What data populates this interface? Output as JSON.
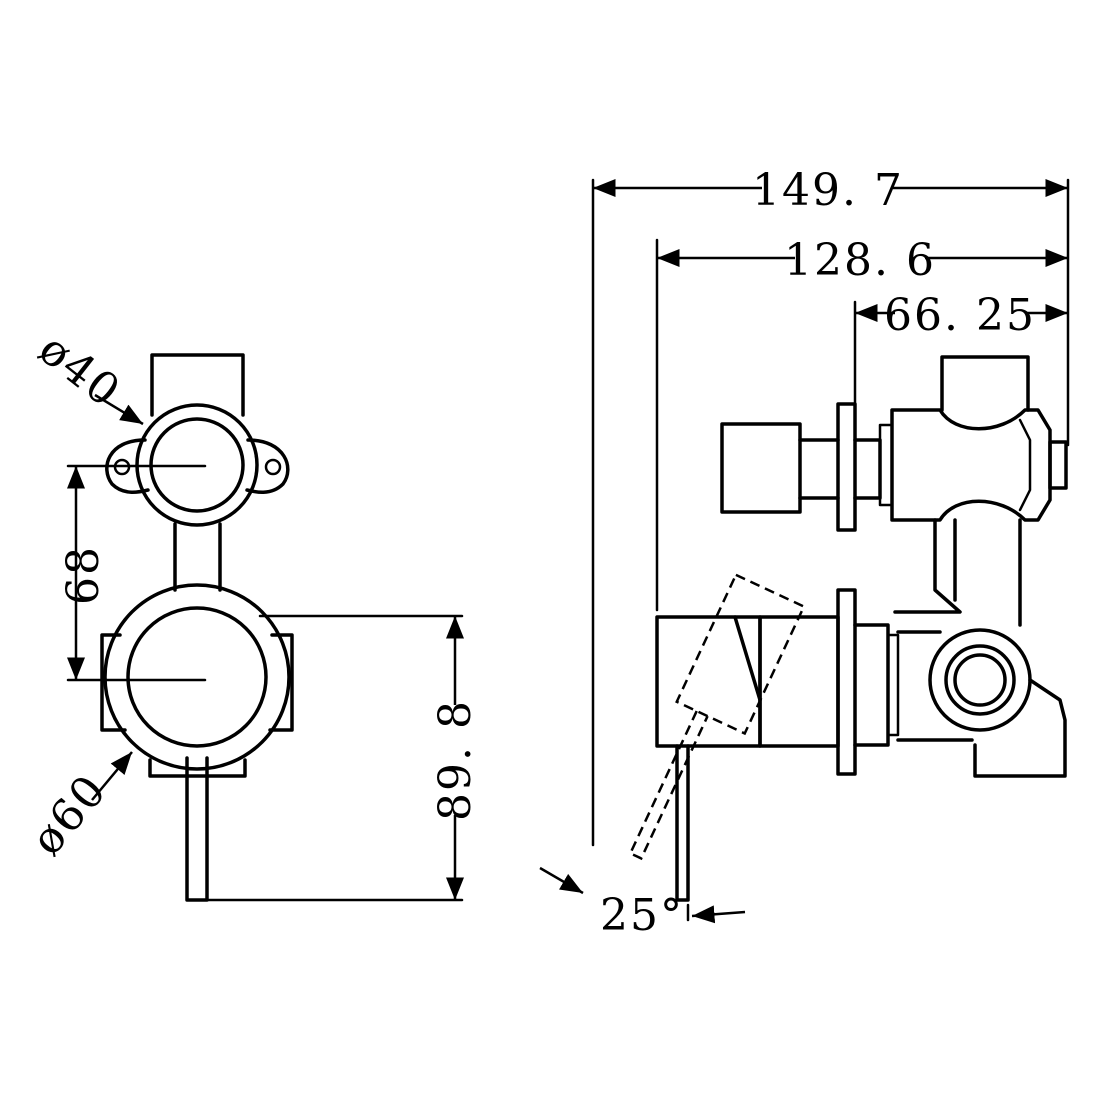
{
  "dimensions": {
    "overall_depth": "149. 7",
    "depth_to_plate": "128. 6",
    "body_depth": "66. 25",
    "upper_diameter": "ø40",
    "lower_diameter": "ø60",
    "centre_distance": "68",
    "lever_length": "89. 8",
    "lever_angle": "25°"
  },
  "line_color": "#000000",
  "background_color": "#ffffff"
}
